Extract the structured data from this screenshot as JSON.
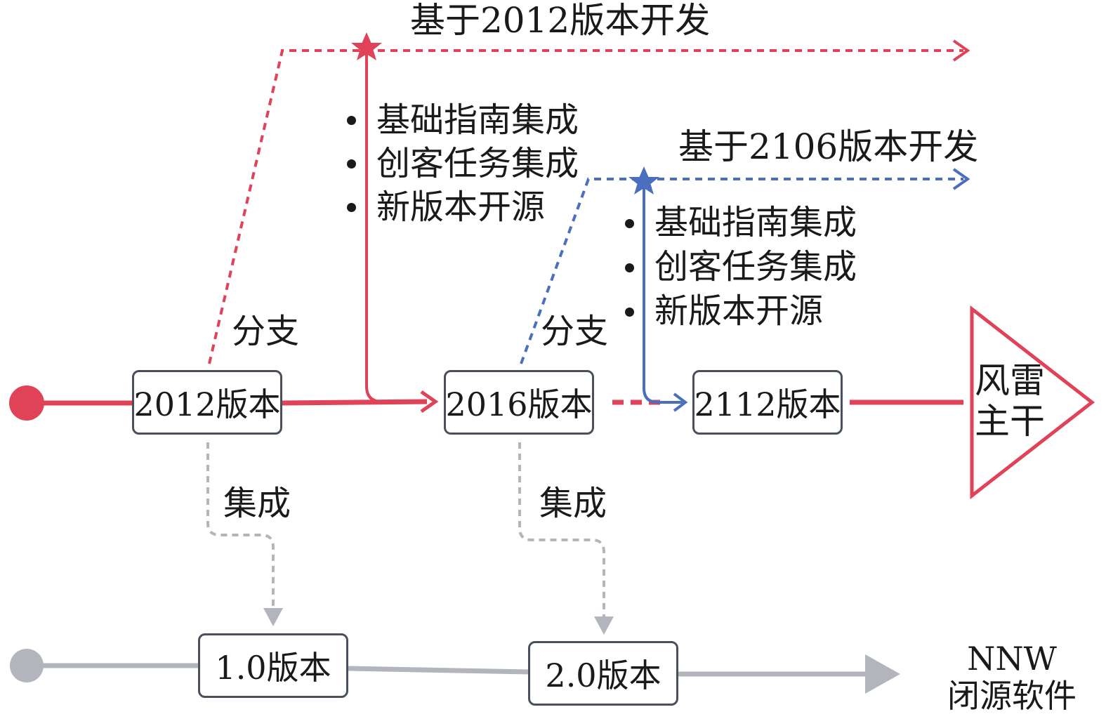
{
  "colors": {
    "main": "#e04257",
    "branch2": "#4a6fbf",
    "gray": "#b2b5bb",
    "boxBorder": "#4a4f5c"
  },
  "branch_2012": {
    "title": "基于2012版本开发",
    "items": [
      "基础指南集成",
      "创客任务集成",
      "新版本开源"
    ]
  },
  "branch_2106": {
    "title": "基于2106版本开发",
    "items": [
      "基础指南集成",
      "创客任务集成",
      "新版本开源"
    ]
  },
  "labels": {
    "branch": "分支",
    "integrate": "集成"
  },
  "main_versions": [
    "2012版本",
    "2016版本",
    "2112版本"
  ],
  "nnw_versions": [
    "1.0版本",
    "2.0版本"
  ],
  "trunk": {
    "line1": "风雷",
    "line2": "主干"
  },
  "nnw": {
    "line1": "NNW",
    "line2": "闭源软件"
  },
  "icons": {
    "start_main": "dot-icon",
    "start_nnw": "dot-icon",
    "milestone": "star-icon"
  }
}
